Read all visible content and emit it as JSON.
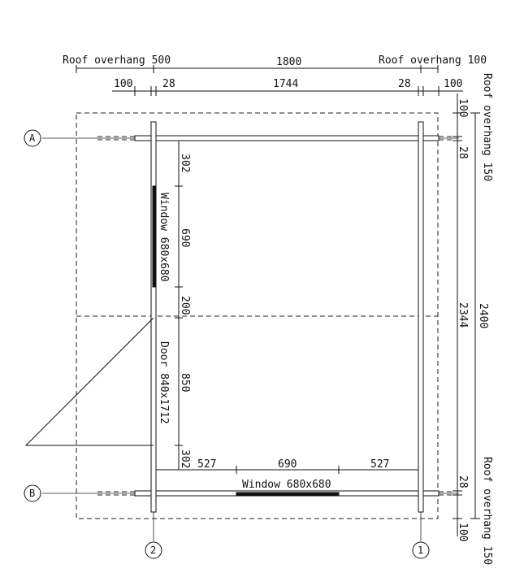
{
  "dimensions": {
    "top_row": {
      "overhang_left": "Roof overhang 500",
      "total": "1800",
      "overhang_right": "Roof overhang 100"
    },
    "second_row": [
      "100",
      "28",
      "1744",
      "28",
      "100"
    ],
    "right_inner": [
      "100",
      "28",
      "2344",
      "28",
      "100"
    ],
    "right_outer": {
      "overhang_top": "Roof overhang 150",
      "total": "2400",
      "overhang_bottom": "Roof overhang 150"
    },
    "left_wall_chain": [
      "302",
      "690",
      "200",
      "850",
      "302"
    ],
    "bottom_wall_chain": [
      "527",
      "690",
      "527"
    ]
  },
  "openings": {
    "window_left": "Window 680x680",
    "door": "Door 840x1712",
    "window_bottom": "Window 680x680"
  },
  "grid_markers": {
    "row_a": "A",
    "row_b": "B",
    "col_2": "2",
    "col_1": "1"
  }
}
